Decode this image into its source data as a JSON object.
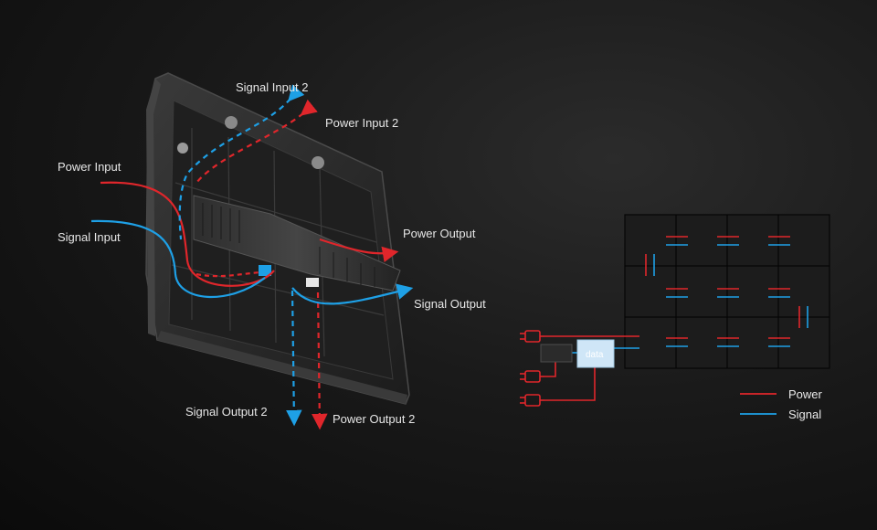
{
  "colors": {
    "power": "#e0262b",
    "signal": "#1ea0e6",
    "background": "#161616",
    "cabinet": "#2a2a2a",
    "grid_border": "#0a0a0a",
    "data_box": "#cfe6f7"
  },
  "cabinet_labels": {
    "signal_input_2": "Signal Input 2",
    "power_input_2": "Power Input 2",
    "power_input": "Power Input",
    "signal_input": "Signal Input",
    "power_output": "Power Output",
    "signal_output": "Signal Output",
    "signal_output_2": "Signal Output 2",
    "power_output_2": "Power Output 2"
  },
  "wiring_diagram": {
    "grid": {
      "rows": 3,
      "columns": 4
    },
    "data_box_label": "data",
    "icons": [
      "power-plug-icon",
      "power-plug-icon",
      "power-plug-icon",
      "controller-box-icon"
    ]
  },
  "legend": {
    "items": [
      {
        "label": "Power",
        "color": "#e0262b"
      },
      {
        "label": "Signal",
        "color": "#1ea0e6"
      }
    ]
  }
}
